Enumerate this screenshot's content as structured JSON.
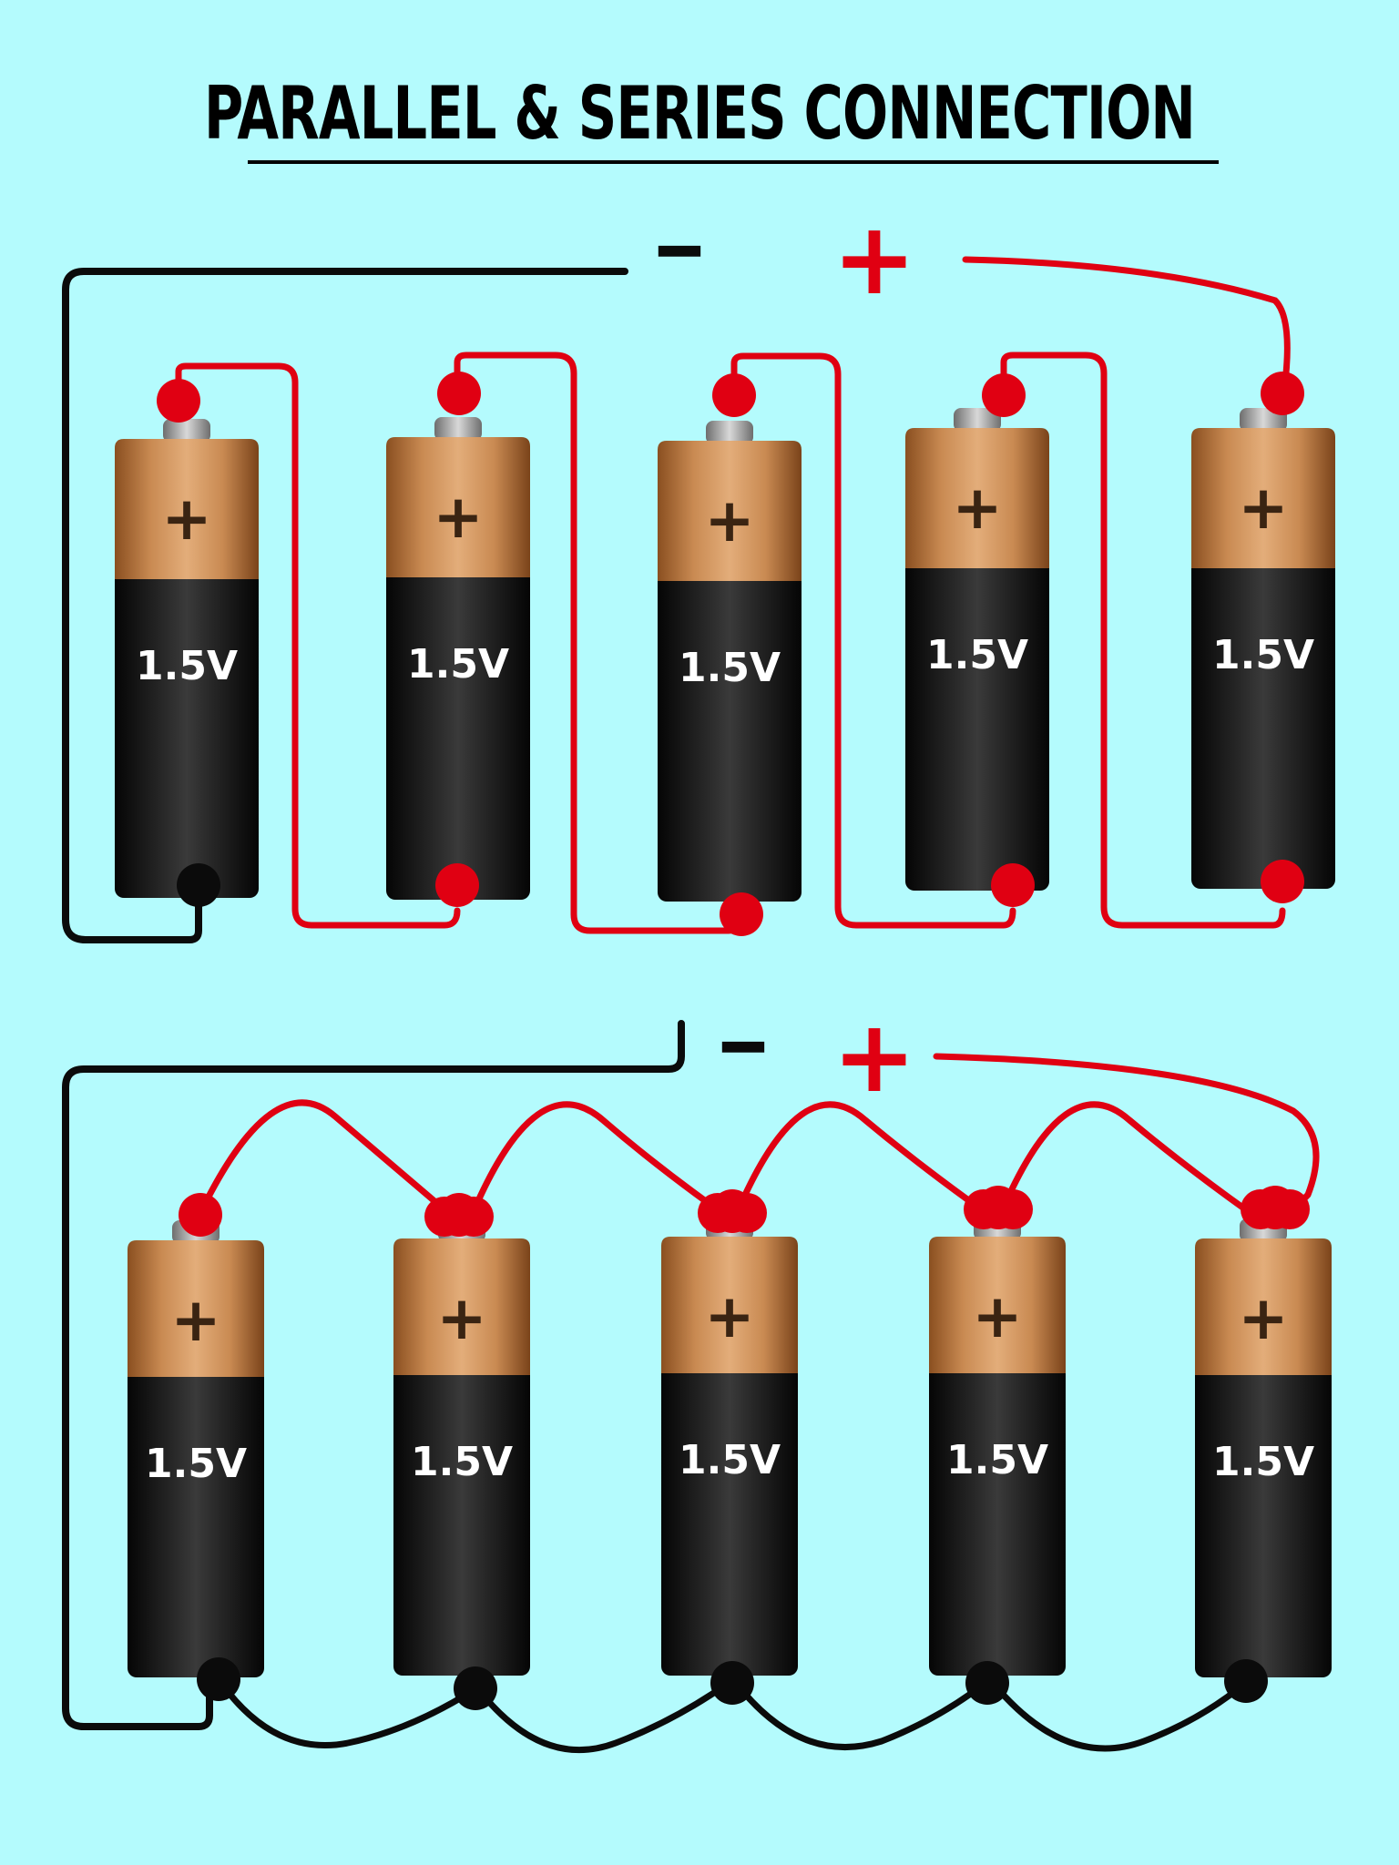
{
  "title": "PARALLEL & SERIES CONNECTION",
  "colors": {
    "background": "#b4fbfd",
    "wire_positive": "#e00012",
    "wire_negative": "#0b0b0b",
    "battery_cap": "#d0905a",
    "battery_body": "#1a1a1a"
  },
  "diagrams": [
    {
      "id": "top-diagram",
      "terminal_negative": "-",
      "terminal_positive": "+",
      "batteries": [
        {
          "cap_symbol": "+",
          "label": "1.5V"
        },
        {
          "cap_symbol": "+",
          "label": "1.5V"
        },
        {
          "cap_symbol": "+",
          "label": "1.5V"
        },
        {
          "cap_symbol": "+",
          "label": "1.5V"
        },
        {
          "cap_symbol": "+",
          "label": "1.5V"
        }
      ]
    },
    {
      "id": "bottom-diagram",
      "terminal_negative": "-",
      "terminal_positive": "+",
      "batteries": [
        {
          "cap_symbol": "+",
          "label": "1.5V"
        },
        {
          "cap_symbol": "+",
          "label": "1.5V"
        },
        {
          "cap_symbol": "+",
          "label": "1.5V"
        },
        {
          "cap_symbol": "+",
          "label": "1.5V"
        },
        {
          "cap_symbol": "+",
          "label": "1.5V"
        }
      ]
    }
  ]
}
